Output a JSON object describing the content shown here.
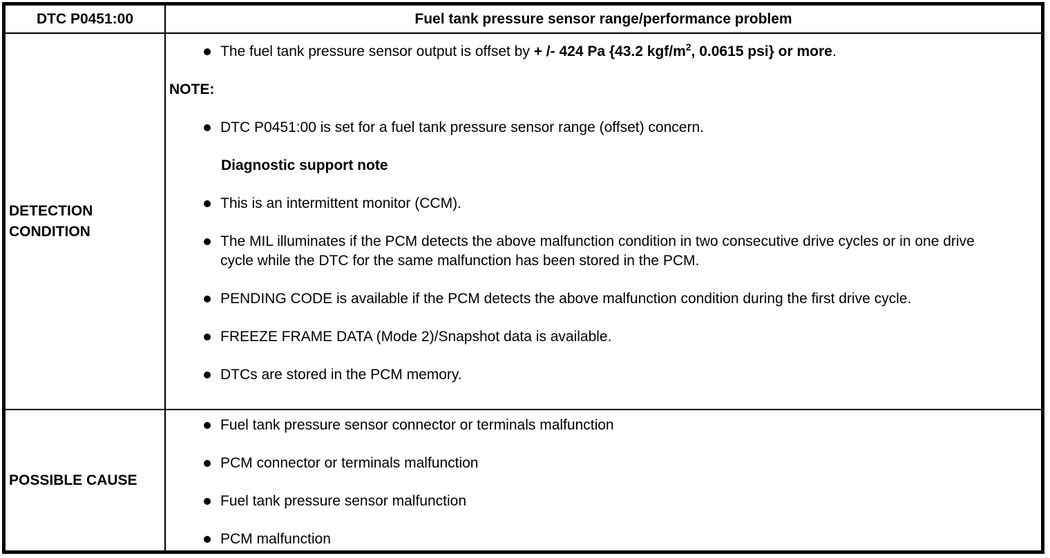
{
  "doc": {
    "header": {
      "code": "DTC P0451:00",
      "title": "Fuel tank pressure sensor range/performance problem"
    },
    "rows": [
      {
        "label": "DETECTION CONDITION",
        "items": [
          {
            "type": "bullet",
            "parts": [
              {
                "text": "The fuel tank pressure sensor output is offset by "
              },
              {
                "text": "+ /- 424 Pa {43.2 kgf/m",
                "bold": true
              },
              {
                "text": "2",
                "bold": true,
                "sup": true
              },
              {
                "text": ", 0.0615 psi} or more",
                "bold": true
              },
              {
                "text": "."
              }
            ]
          },
          {
            "type": "note",
            "text": "NOTE:"
          },
          {
            "type": "bullet",
            "text": "DTC P0451:00 is set for a fuel tank pressure sensor range (offset) concern."
          },
          {
            "type": "subheading",
            "text": "Diagnostic support note"
          },
          {
            "type": "bullet",
            "text": "This is an intermittent monitor (CCM)."
          },
          {
            "type": "bullet",
            "text": "The MIL illuminates if the PCM detects the above malfunction condition in two consecutive drive cycles or in one drive cycle while the DTC for the same malfunction has been stored in the PCM."
          },
          {
            "type": "bullet",
            "text": "PENDING CODE is available if the PCM detects the above malfunction condition during the first drive cycle."
          },
          {
            "type": "bullet",
            "text": "FREEZE FRAME DATA (Mode 2)/Snapshot data is available."
          },
          {
            "type": "bullet",
            "text": "DTCs are stored in the PCM memory."
          }
        ]
      },
      {
        "label": "POSSIBLE CAUSE",
        "items": [
          {
            "type": "bullet",
            "text": "Fuel tank pressure sensor connector or terminals malfunction"
          },
          {
            "type": "bullet",
            "text": "PCM connector or terminals malfunction"
          },
          {
            "type": "bullet",
            "text": "Fuel tank pressure sensor malfunction"
          },
          {
            "type": "bullet",
            "text": "PCM malfunction"
          }
        ]
      }
    ]
  }
}
